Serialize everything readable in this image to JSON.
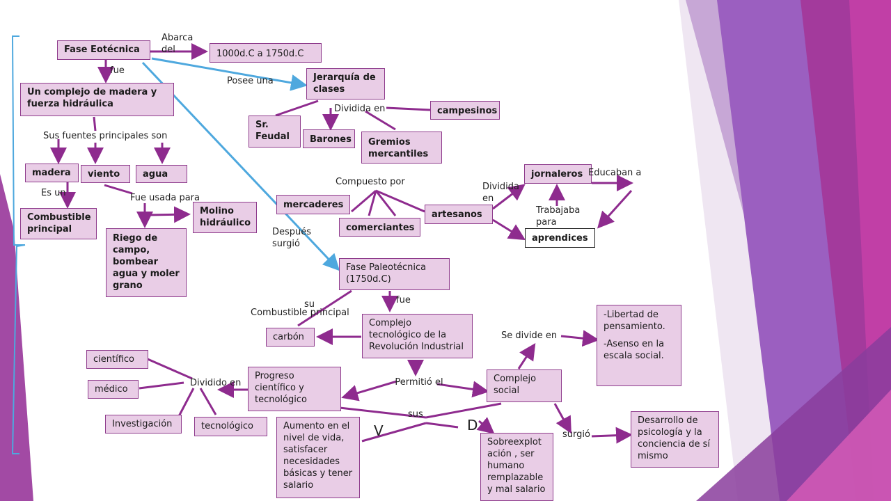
{
  "colors": {
    "box_fill": "#e9cde6",
    "box_border": "#8e3b8c",
    "connector": "#8e2b8e",
    "highlight_connector": "#4ea8de",
    "accent_purple": "#8a3d9c"
  },
  "boxes": {
    "fase_eotecnica": "Fase Eotécnica",
    "fecha_eo": "1000d.C a 1750d.C",
    "jerarquia": "Jerarquía de clases",
    "campesinos": "campesinos",
    "sr_feudal": "Sr. Feudal",
    "barones": "Barones",
    "gremios": "Gremios mercantiles",
    "complejo_madera": "Un complejo de madera y fuerza hidráulica",
    "madera": "madera",
    "viento": "viento",
    "agua": "agua",
    "combustible_principal": "Combustible principal",
    "molino": "Molino hidráulico",
    "riego": "Riego de campo, bombear agua y moler grano",
    "mercaderes": "mercaderes",
    "comerciantes": "comerciantes",
    "artesanos": "artesanos",
    "jornaleros": "jornaleros",
    "aprendices": "aprendices",
    "fase_paleotecnica": "Fase Paleotécnica (1750d.C)",
    "carbon": "carbón",
    "complejo_revolucion": "Complejo tecnológico de la Revolución Industrial",
    "libertad_1": "-Libertad de pensamiento.",
    "libertad_2": "-Asenso en la escala social.",
    "cientifico": "científico",
    "medico": "médico",
    "investigacion": "Investigación",
    "tecnologico": "tecnológico",
    "progreso": "Progreso científico y tecnológico",
    "complejo_social": "Complejo social",
    "aumento": "Aumento en el nivel de vida, satisfacer necesidades básicas y tener salario",
    "sobreexplotacion": "Sobreexplot ación , ser humano remplazable y mal salario",
    "desarrollo": "Desarrollo de psicología y la conciencia de sí mismo"
  },
  "labels": {
    "abarca_del": "Abarca del",
    "fue_1": "fue",
    "posee_una": "Posee una",
    "dividida_en_1": "Dividida en",
    "sus_fuentes": "Sus fuentes principales son",
    "es_un": "Es un",
    "fue_usada_para": "Fue usada para",
    "compuesto_por": "Compuesto por",
    "dividida_en_2": "Dividida en",
    "educaban_a": "Educaban a",
    "trabajaba_para": "Trabajaba para",
    "despues_surgio": "Después surgió",
    "su": "su",
    "combustible_principal_lbl": "Combustible principal",
    "fue_2": "fue",
    "se_divide_en": "Se divide en",
    "dividido_en": "Dividido en",
    "permitio_el": "Permitió el",
    "sus": "sus",
    "v": "V",
    "d": "D",
    "surgio": "surgió"
  }
}
